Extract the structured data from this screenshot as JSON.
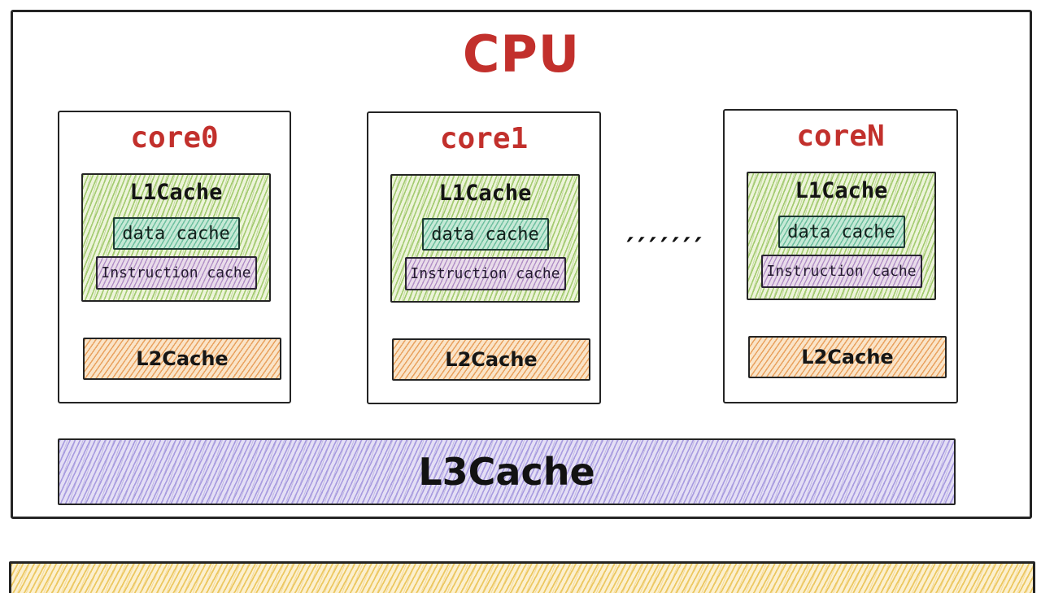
{
  "diagram": {
    "title": "CPU",
    "cores": [
      {
        "name": "core0",
        "l1": "L1Cache",
        "dcache": "data cache",
        "icache": "Instruction cache",
        "l2": "L2Cache"
      },
      {
        "name": "core1",
        "l1": "L1Cache",
        "dcache": "data cache",
        "icache": "Instruction cache",
        "l2": "L2Cache"
      },
      {
        "name": "coreN",
        "l1": "L1Cache",
        "dcache": "data cache",
        "icache": "Instruction cache",
        "l2": "L2Cache"
      }
    ],
    "ellipsis": "′′′′′′′",
    "l3": "L3Cache",
    "colors": {
      "title_red": "#c2302c",
      "outline": "#242424",
      "l1_fill": "#edf4da",
      "l1_hatch": "#a3cb70",
      "dcache_fill": "#c6e9d6",
      "dcache_hatch": "#6fc0a0",
      "icache_fill": "#e9dcea",
      "icache_hatch": "#b18fc6",
      "l2_fill": "#fae4c8",
      "l2_hatch": "#e9a25f",
      "l3_fill": "#e4dff5",
      "l3_hatch": "#a89be0",
      "memory_fill": "#fcf0cf",
      "memory_hatch": "#ecc862"
    }
  }
}
